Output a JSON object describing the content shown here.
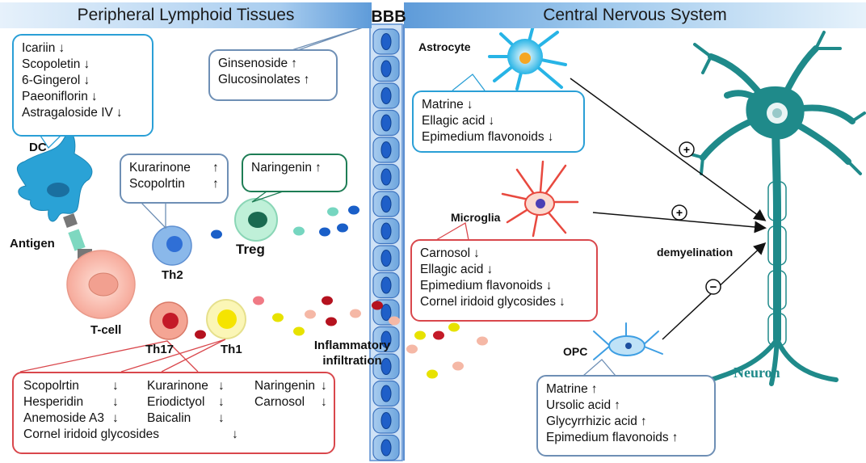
{
  "header": {
    "left_title": "Peripheral Lymphoid Tissues",
    "bbb": "BBB",
    "right_title": "Central Nervous System"
  },
  "dc_box": {
    "items": [
      {
        "name": "Icariin",
        "arrow": "↓"
      },
      {
        "name": "Scopoletin",
        "arrow": "↓"
      },
      {
        "name": "6-Gingerol",
        "arrow": "↓"
      },
      {
        "name": "Paeoniflorin",
        "arrow": "↓"
      },
      {
        "name": "Astragaloside IV",
        "arrow": "↓"
      }
    ]
  },
  "bbb_box": {
    "items": [
      {
        "name": "Ginsenoside",
        "arrow": "↑"
      },
      {
        "name": "Glucosinolates",
        "arrow": "↑"
      }
    ]
  },
  "th2_box": {
    "items": [
      {
        "name": "Kurarinone",
        "arrow": "↑"
      },
      {
        "name": "Scopolrtin",
        "arrow": "↑"
      }
    ]
  },
  "treg_box": {
    "items": [
      {
        "name": "Naringenin",
        "arrow": "↑"
      }
    ]
  },
  "th_box": {
    "col1": [
      {
        "name": "Scopolrtin",
        "arrow": "↓"
      },
      {
        "name": "Hesperidin",
        "arrow": "↓"
      },
      {
        "name": "Anemoside A3",
        "arrow": "↓"
      }
    ],
    "col2": [
      {
        "name": "Kurarinone",
        "arrow": "↓"
      },
      {
        "name": "Eriodictyol",
        "arrow": "↓"
      },
      {
        "name": "Baicalin",
        "arrow": "↓"
      }
    ],
    "col3": [
      {
        "name": "Naringenin",
        "arrow": "↓"
      },
      {
        "name": "Carnosol",
        "arrow": "↓"
      }
    ],
    "last": {
      "name": "Cornel iridoid glycosides",
      "arrow": "↓"
    }
  },
  "astro_box": {
    "items": [
      {
        "name": "Matrine",
        "arrow": "↓"
      },
      {
        "name": "Ellagic acid",
        "arrow": "↓"
      },
      {
        "name": "Epimedium flavonoids",
        "arrow": "↓"
      }
    ]
  },
  "micro_box": {
    "items": [
      {
        "name": "Carnosol",
        "arrow": "↓"
      },
      {
        "name": "Ellagic acid",
        "arrow": "↓"
      },
      {
        "name": "Epimedium flavonoids",
        "arrow": "↓"
      },
      {
        "name": "Cornel iridoid glycosides",
        "arrow": "↓"
      }
    ]
  },
  "opc_box": {
    "items": [
      {
        "name": "Matrine",
        "arrow": "↑"
      },
      {
        "name": "Ursolic acid",
        "arrow": "↑"
      },
      {
        "name": "Glycyrrhizic acid",
        "arrow": "↑"
      },
      {
        "name": "Epimedium flavonoids",
        "arrow": "↑"
      }
    ]
  },
  "labels": {
    "dc": "DC",
    "antigen": "Antigen",
    "tcell": "T-cell",
    "th2": "Th2",
    "treg": "Treg",
    "th17": "Th17",
    "th1": "Th1",
    "infiltration": "Inflammatory infiltration",
    "astrocyte": "Astrocyte",
    "microglia": "Microglia",
    "opc": "OPC",
    "demyelination": "demyelination",
    "neuron": "Neuron"
  },
  "effects": {
    "astrocyte": "+",
    "microglia": "+",
    "opc": "−"
  },
  "colors": {
    "blue_box": "#2a9fd6",
    "green_box": "#1e7d55",
    "red_box": "#d9474c",
    "neuron": "#1f8a8a",
    "bbb": "#4a86d4"
  }
}
